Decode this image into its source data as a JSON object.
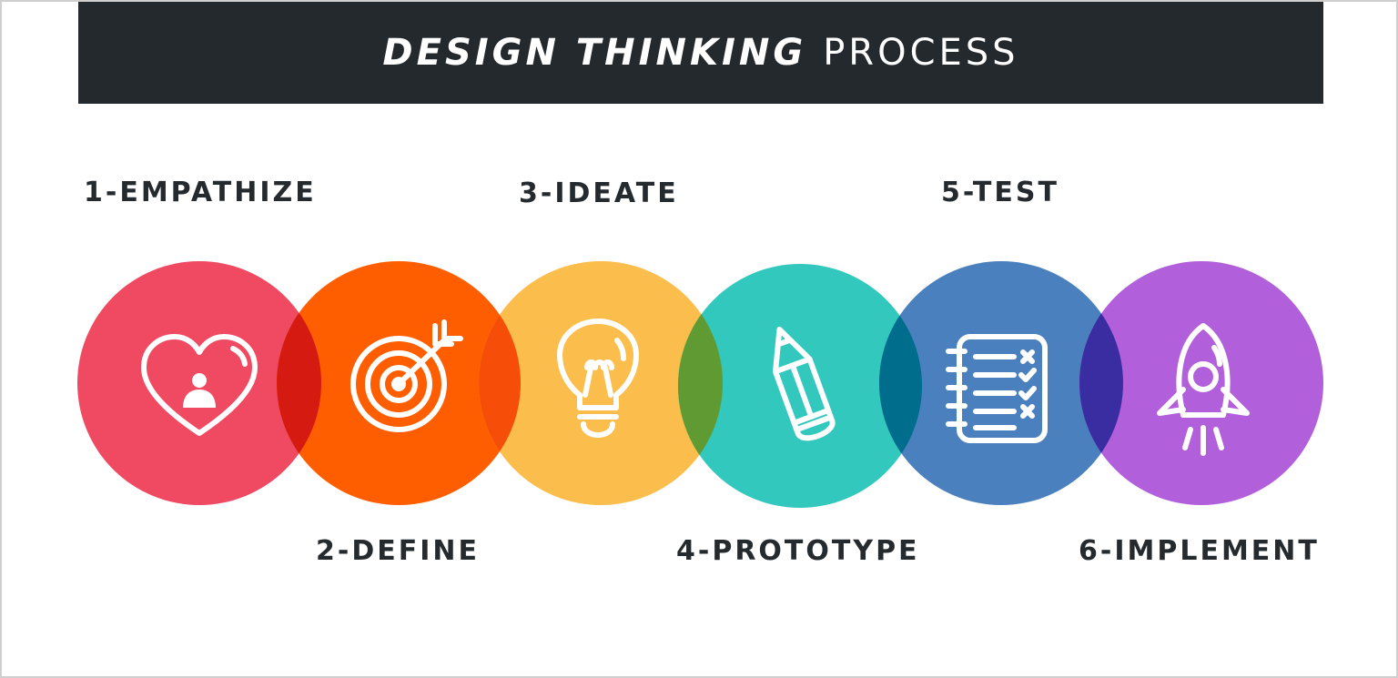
{
  "title": {
    "bold": "DESIGN THINKING",
    "light": "PROCESS"
  },
  "steps": [
    {
      "label": "1-EMPATHIZE",
      "color": "#ef4a62",
      "icon": "heart-person-icon"
    },
    {
      "label": "2-DEFINE",
      "color": "#ff5e00",
      "icon": "target-icon"
    },
    {
      "label": "3-IDEATE",
      "color": "#fbbd4c",
      "icon": "lightbulb-icon"
    },
    {
      "label": "4-PROTOTYPE",
      "color": "#33c8bd",
      "icon": "pencil-icon"
    },
    {
      "label": "5-TEST",
      "color": "#4a80bd",
      "icon": "checklist-icon"
    },
    {
      "label": "6-IMPLEMENT",
      "color": "#b15fdb",
      "icon": "rocket-icon"
    }
  ],
  "overlap_colors": [
    "#d51b11",
    "#f64d08",
    "#5f9a33",
    "#006d8d",
    "#3a2da1"
  ],
  "colors": {
    "title_bar": "#24292e",
    "label_text": "#252a2e"
  }
}
